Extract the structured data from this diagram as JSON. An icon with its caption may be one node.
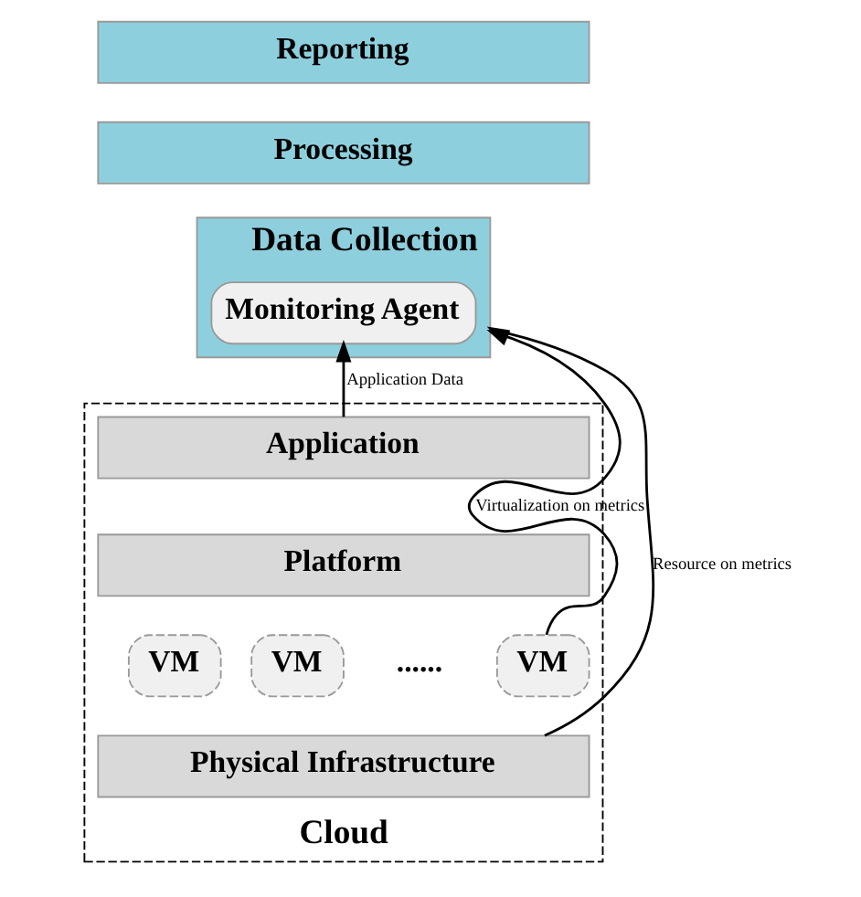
{
  "diagram": {
    "nodes": [
      {
        "text": [
          "Reporting"
        ]
      },
      {
        "text": [
          "Processing"
        ]
      },
      {
        "text": [
          "Data Collection"
        ]
      },
      {
        "text": [
          "Monitoring Agent"
        ],
        "in": 2
      },
      {
        "text": [
          "Cloud"
        ]
      },
      {
        "text": [
          "Application"
        ],
        "in": 4
      },
      {
        "text": [
          "Platform"
        ],
        "in": 4
      },
      {
        "text": [
          "VM"
        ],
        "in": 4
      },
      {
        "text": [
          "VM"
        ],
        "in": 4
      },
      {
        "text": [
          "VM"
        ],
        "in": 4
      },
      {
        "text": [
          "Physical Infrastructure"
        ],
        "in": 4
      }
    ],
    "edges": [
      {
        "from": 5,
        "to": 3,
        "label": "Application Data",
        "arrow": "to"
      },
      {
        "from": 10,
        "to": 2,
        "label": "Resource on metrics",
        "arrow": "to"
      },
      {
        "from": 9,
        "to": 2,
        "label": "Virtualization on metrics",
        "arrow": "to"
      }
    ],
    "labels": [
      "......"
    ]
  }
}
